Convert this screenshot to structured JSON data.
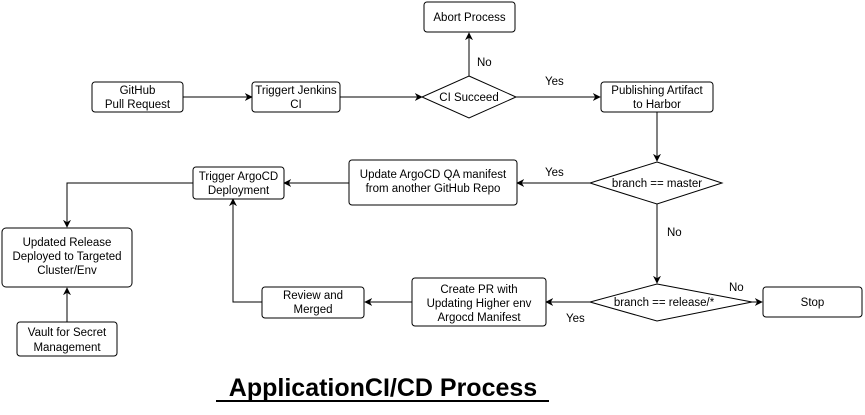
{
  "title": "ApplicationCI/CD Process",
  "nodes": {
    "github_pr": [
      "GitHub",
      "Pull Request"
    ],
    "trigger_jenkins": [
      "Triggert Jenkins",
      "CI"
    ],
    "ci_succeed": [
      "CI Succeed"
    ],
    "abort": [
      "Abort Process"
    ],
    "publish": [
      "Publishing Artifact",
      "to Harbor"
    ],
    "branch_master": [
      "branch == master"
    ],
    "update_qa": [
      "Update ArgoCD QA manifest",
      "from another GitHub Repo"
    ],
    "trigger_argocd": [
      "Trigger ArgoCD",
      "Deployment"
    ],
    "updated_release": [
      "Updated Release",
      "Deployed to Targeted",
      "Cluster/Env"
    ],
    "vault": [
      "Vault for Secret",
      "Management"
    ],
    "branch_release": [
      "branch == release/*"
    ],
    "stop": [
      "Stop"
    ],
    "create_pr": [
      "Create PR with",
      "Updating Higher env",
      "Argocd Manifest"
    ],
    "review": [
      "Review and",
      "Merged"
    ]
  },
  "edge_labels": {
    "ci_no": "No",
    "ci_yes": "Yes",
    "master_yes": "Yes",
    "master_no": "No",
    "release_no": "No",
    "release_yes": "Yes"
  }
}
